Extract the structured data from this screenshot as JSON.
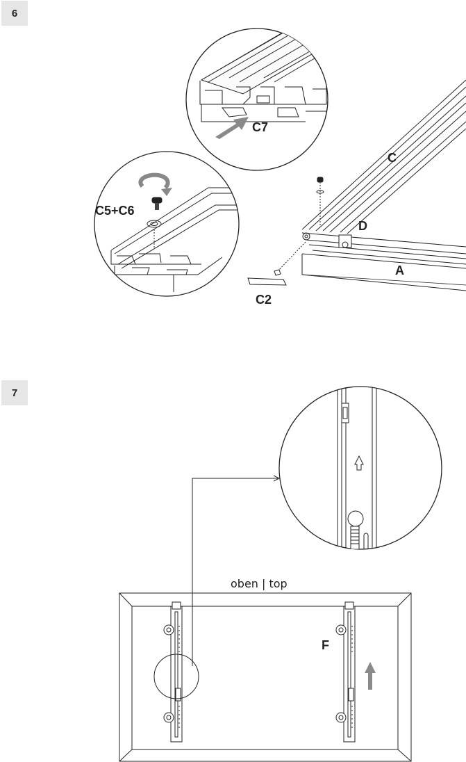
{
  "steps": [
    {
      "number": "6"
    },
    {
      "number": "7"
    }
  ],
  "step6": {
    "labels": {
      "c7": "C7",
      "c": "C",
      "c5c6": "C5+C6",
      "d": "D",
      "a": "A",
      "c2": "C2"
    }
  },
  "step7": {
    "top_label": "oben | top",
    "f_label": "F"
  },
  "colors": {
    "line": "#222222",
    "arrow": "#8a8a8a",
    "badge": "#e6e6e6"
  }
}
